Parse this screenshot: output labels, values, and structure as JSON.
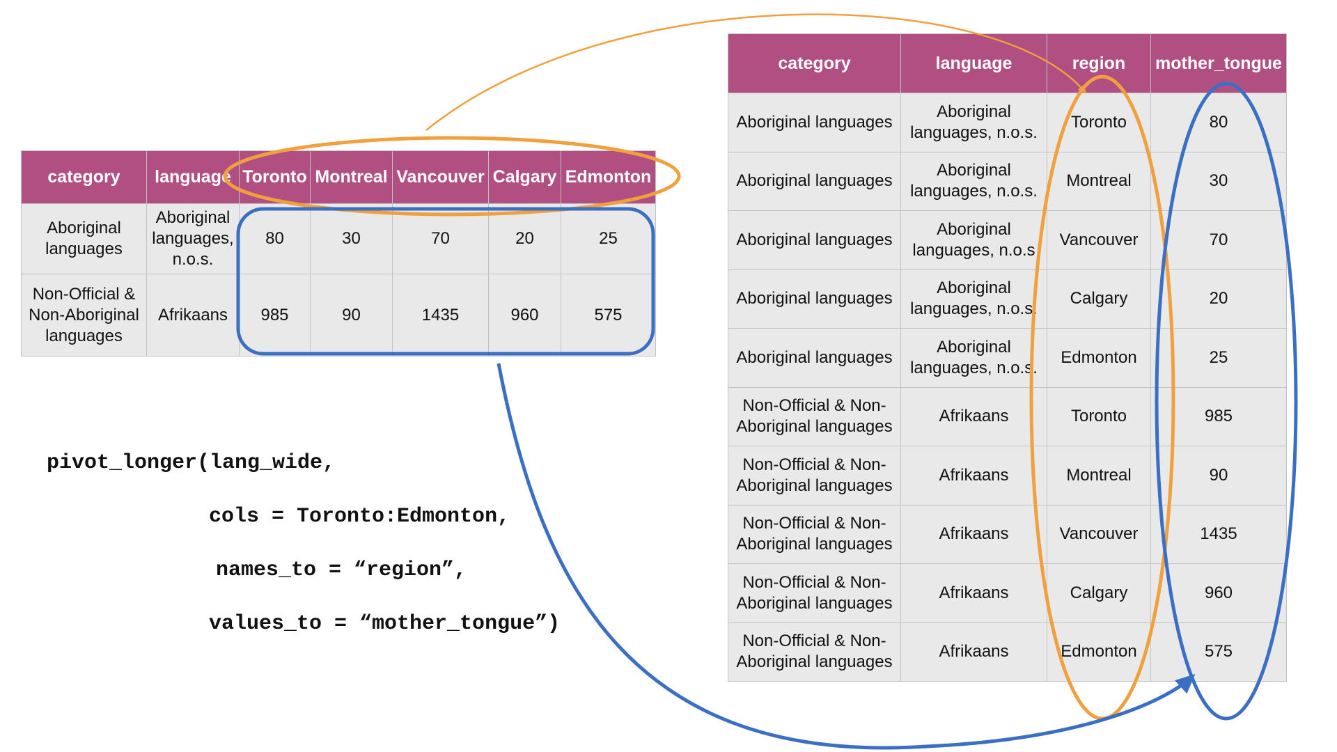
{
  "wide_table": {
    "headers": [
      "category",
      "language",
      "Toronto",
      "Montreal",
      "Vancouver",
      "Calgary",
      "Edmonton"
    ],
    "rows": [
      [
        "Aboriginal languages",
        "Aboriginal languages, n.o.s.",
        "80",
        "30",
        "70",
        "20",
        "25"
      ],
      [
        "Non-Official & Non-Aboriginal languages",
        "Afrikaans",
        "985",
        "90",
        "1435",
        "960",
        "575"
      ]
    ]
  },
  "long_table": {
    "headers": [
      "category",
      "language",
      "region",
      "mother_tongue"
    ],
    "rows": [
      [
        "Aboriginal languages",
        "Aboriginal languages, n.o.s.",
        "Toronto",
        "80"
      ],
      [
        "Aboriginal languages",
        "Aboriginal languages, n.o.s.",
        "Montreal",
        "30"
      ],
      [
        "Aboriginal languages",
        "Aboriginal languages, n.o.s",
        "Vancouver",
        "70"
      ],
      [
        "Aboriginal languages",
        "Aboriginal languages, n.o.s.",
        "Calgary",
        "20"
      ],
      [
        "Aboriginal languages",
        "Aboriginal languages, n.o.s.",
        "Edmonton",
        "25"
      ],
      [
        "Non-Official & Non-Aboriginal languages",
        "Afrikaans",
        "Toronto",
        "985"
      ],
      [
        "Non-Official & Non-Aboriginal languages",
        "Afrikaans",
        "Montreal",
        "90"
      ],
      [
        "Non-Official & Non-Aboriginal languages",
        "Afrikaans",
        "Vancouver",
        "1435"
      ],
      [
        "Non-Official & Non-Aboriginal languages",
        "Afrikaans",
        "Calgary",
        "960"
      ],
      [
        "Non-Official & Non-Aboriginal languages",
        "Afrikaans",
        "Edmonton",
        "575"
      ]
    ]
  },
  "code": {
    "line1": "pivot_longer(lang_wide,",
    "line2": "cols = Toronto:Edmonton,",
    "line3": "names_to = “region”,",
    "line4": "values_to = “mother_tongue”)"
  },
  "colors": {
    "header_bg": "#b24f82",
    "cell_bg": "#e9e9e9",
    "names_highlight": "#f0a03c",
    "values_highlight": "#3a6fc4"
  }
}
